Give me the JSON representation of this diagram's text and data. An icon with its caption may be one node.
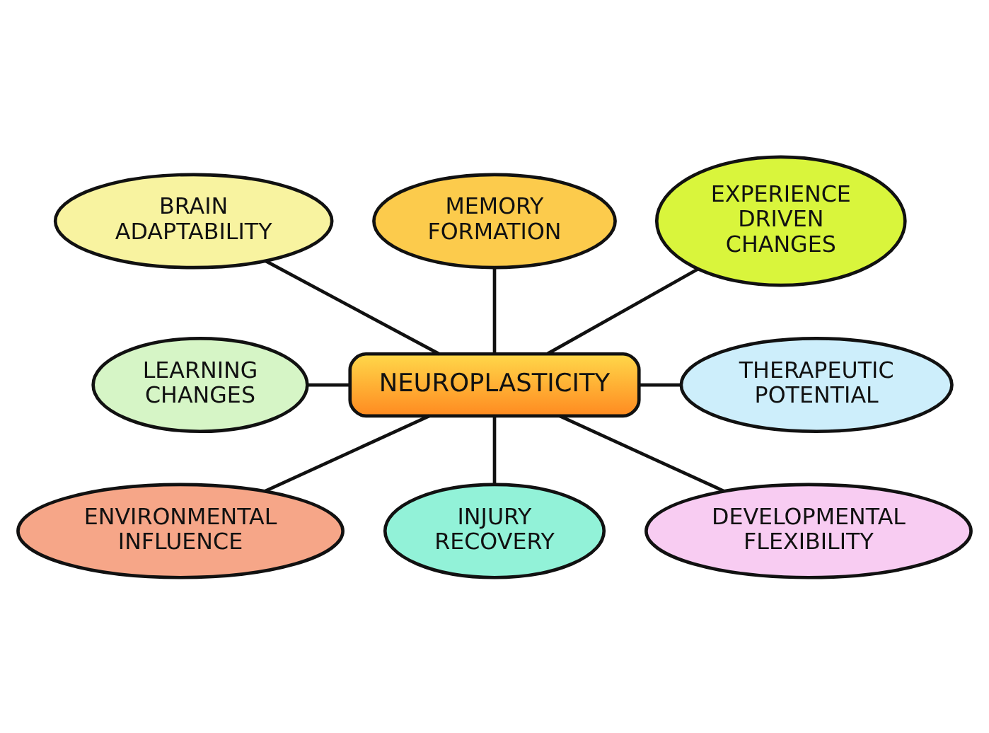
{
  "diagram": {
    "nodes": [
      {
        "text": [
          "BRAIN ADAPTABILITY"
        ]
      },
      {
        "text": [
          "MEMORY FORMATION"
        ]
      },
      {
        "text": [
          "EXPERIENCE DRIVEN CHANGES"
        ]
      },
      {
        "text": [
          "LEARNING CHANGES"
        ]
      },
      {
        "text": [
          "NEUROPLASTICITY"
        ]
      },
      {
        "text": [
          "THERAPEUTIC POTENTIAL"
        ]
      },
      {
        "text": [
          "ENVIRONMENTAL INFLUENCE"
        ]
      },
      {
        "text": [
          "INJURY RECOVERY"
        ]
      },
      {
        "text": [
          "DEVELOPMENTAL FLEXIBILITY"
        ]
      }
    ],
    "edges": [
      {
        "from": 0,
        "to": 4,
        "arrow": "none"
      },
      {
        "from": 1,
        "to": 4,
        "arrow": "none"
      },
      {
        "from": 2,
        "to": 4,
        "arrow": "none"
      },
      {
        "from": 3,
        "to": 4,
        "arrow": "none"
      },
      {
        "from": 4,
        "to": 5,
        "arrow": "none"
      },
      {
        "from": 4,
        "to": 6,
        "arrow": "none"
      },
      {
        "from": 4,
        "to": 7,
        "arrow": "none"
      },
      {
        "from": 4,
        "to": 8,
        "arrow": "none"
      }
    ]
  }
}
